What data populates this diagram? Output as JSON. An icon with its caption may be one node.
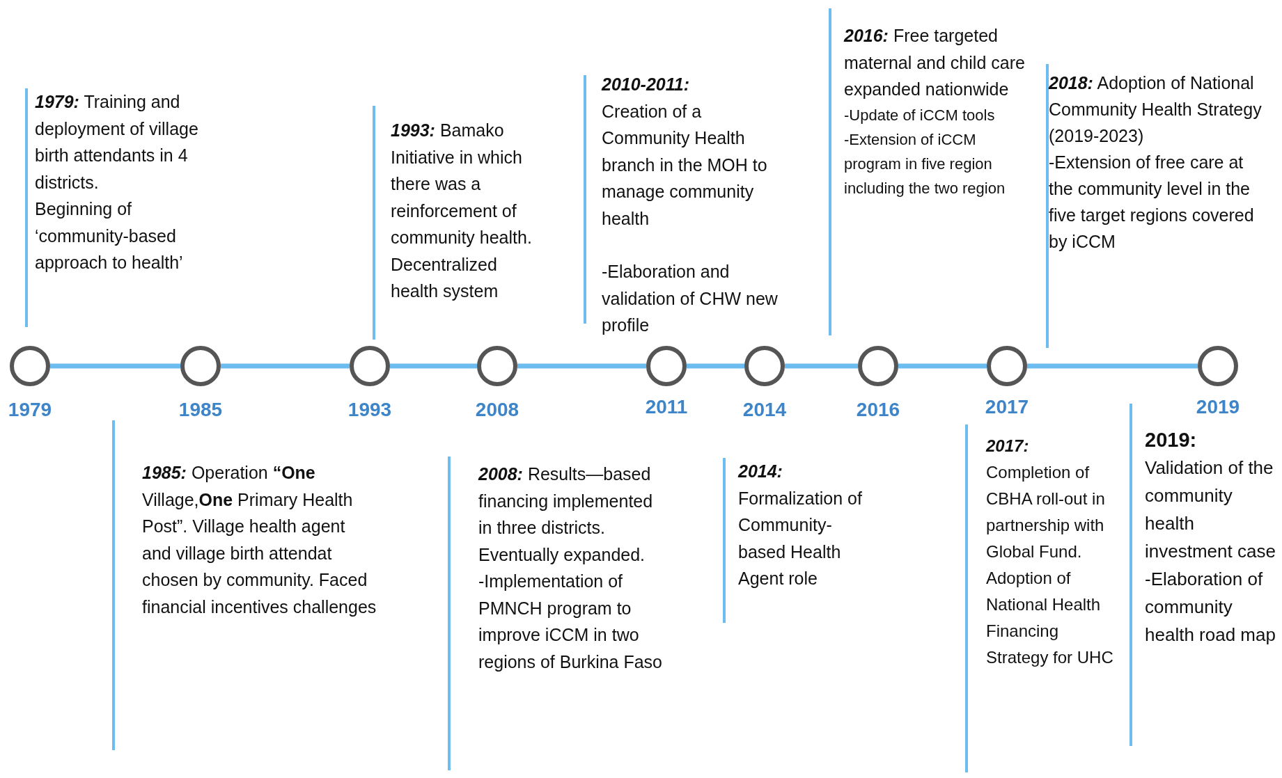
{
  "diagram": {
    "nodes": [
      {
        "text": [],
        "shape": "circle",
        "beside": [
          "1979"
        ]
      },
      {
        "text": [],
        "shape": "circle",
        "beside": [
          "1985"
        ]
      },
      {
        "text": [],
        "shape": "circle",
        "beside": [
          "1993"
        ]
      },
      {
        "text": [],
        "shape": "circle",
        "beside": [
          "2008"
        ]
      },
      {
        "text": [],
        "shape": "circle",
        "beside": [
          "2011"
        ]
      },
      {
        "text": [],
        "shape": "circle",
        "beside": [
          "2014"
        ]
      },
      {
        "text": [],
        "shape": "circle",
        "beside": [
          "2016"
        ]
      },
      {
        "text": [],
        "shape": "circle",
        "beside": [
          "2017"
        ]
      },
      {
        "text": [],
        "shape": "circle",
        "beside": [
          "2019"
        ]
      },
      {
        "text": [
          "**1979:** Training and deployment of village birth attendants in 4 districts.",
          "Beginning of ‘community-based approach to health’"
        ]
      },
      {
        "text": [
          "**1993:** Bamako Initiative in which there was a reinforcement of community health.",
          "Decentralized health system"
        ]
      },
      {
        "text": [
          "2010-2011:",
          "Creation of a Community Health branch in the MOH to manage community health",
          "-Elaboration and validation of CHW new profile"
        ]
      },
      {
        "text": [
          "**2016:** Free targeted maternal and child care expanded nationwide",
          "-Update of iCCM tools",
          "-Extension of iCCM program in five region including the two region"
        ]
      },
      {
        "text": [
          "**2018:** Adoption of National Community Health Strategy (2019-2023)",
          "-Extension of free care at the community level in the five target regions covered by iCCM"
        ]
      },
      {
        "text": [
          "**1985:** Operation **“One** Village,**One** Primary Health Post”. Village health agent and village birth attendat chosen by  community. Faced financial incentives challenges"
        ]
      },
      {
        "text": [
          "**2008:** Results—based financing implemented in three districts. Eventually expanded.",
          "-Implementation of PMNCH program to improve iCCM in two regions of Burkina Faso"
        ]
      },
      {
        "text": [
          "2014:",
          "Formalization of Community-based Health Agent role"
        ]
      },
      {
        "text": [
          "2017:",
          "Completion of CBHA roll-out in partnership with Global Fund.",
          "Adoption of National Health Financing Strategy for UHC"
        ]
      },
      {
        "text": [
          "2019:",
          "Validation of the community health investment case",
          "-Elaboration of community health road map"
        ]
      }
    ],
    "edges": [
      {
        "from": 0,
        "to": 1,
        "arrow": "none"
      },
      {
        "from": 1,
        "to": 2,
        "arrow": "none"
      },
      {
        "from": 2,
        "to": 3,
        "arrow": "none"
      },
      {
        "from": 3,
        "to": 4,
        "arrow": "none"
      },
      {
        "from": 4,
        "to": 5,
        "arrow": "none"
      },
      {
        "from": 5,
        "to": 6,
        "arrow": "none"
      },
      {
        "from": 6,
        "to": 7,
        "arrow": "none"
      },
      {
        "from": 7,
        "to": 8,
        "arrow": "none"
      }
    ]
  }
}
